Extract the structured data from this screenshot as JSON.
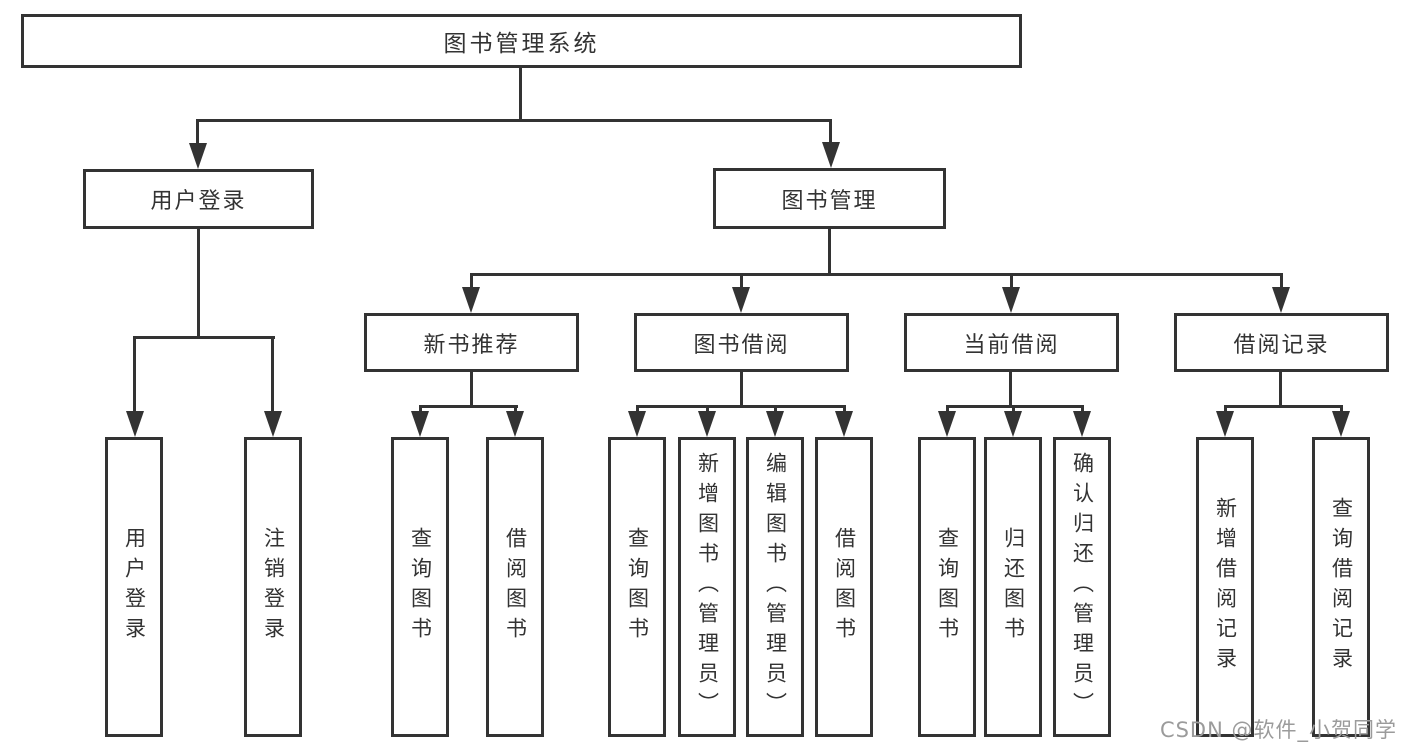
{
  "diagram": {
    "title": "图书管理系统",
    "nodes": {
      "root": {
        "label": "图书管理系统"
      },
      "login": {
        "label": "用户登录"
      },
      "mgmt": {
        "label": "图书管理"
      },
      "rec": {
        "label": "新书推荐"
      },
      "borrow": {
        "label": "图书借阅"
      },
      "current": {
        "label": "当前借阅"
      },
      "records": {
        "label": "借阅记录"
      },
      "login_user": {
        "label": "用户登录"
      },
      "login_out": {
        "label": "注销登录"
      },
      "rec_query": {
        "label": "查询图书"
      },
      "rec_borrow": {
        "label": "借阅图书"
      },
      "bor_query": {
        "label": "查询图书"
      },
      "bor_add": {
        "label": "新增图书（管理员）"
      },
      "bor_edit": {
        "label": "编辑图书（管理员）"
      },
      "bor_lend": {
        "label": "借阅图书"
      },
      "cur_query": {
        "label": "查询图书"
      },
      "cur_return": {
        "label": "归还图书"
      },
      "cur_confirm": {
        "label": "确认归还（管理员）"
      },
      "rcd_add": {
        "label": "新增借阅记录"
      },
      "rcd_query": {
        "label": "查询借阅记录"
      }
    },
    "colors": {
      "line": "#333333",
      "text": "#333333",
      "watermark": "#9b9b9b",
      "background": "#ffffff"
    },
    "watermark": "CSDN @软件_小贺同学"
  }
}
